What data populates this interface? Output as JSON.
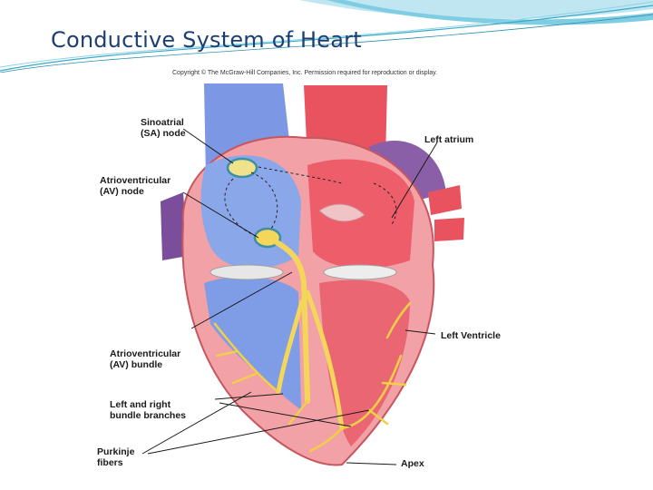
{
  "slide": {
    "title": "Conductive System of Heart"
  },
  "figure": {
    "copyright": "Copyright © The McGraw-Hill Companies, Inc. Permission required for reproduction or display.",
    "labels": {
      "sa_node_line1": "Sinoatrial",
      "sa_node_line2": "(SA) node",
      "av_node_line1": "Atrioventricular",
      "av_node_line2": "(AV) node",
      "av_bundle_line1": "Atrioventricular",
      "av_bundle_line2": "(AV) bundle",
      "bundle_branches_line1": "Left and right",
      "bundle_branches_line2": "bundle branches",
      "purkinje_line1": "Purkinje",
      "purkinje_line2": "fibers",
      "left_atrium": "Left atrium",
      "left_ventricle": "Left Ventricle",
      "apex": "Apex"
    }
  },
  "colors": {
    "title": "#1c3f73",
    "deco_teal": "#39a9c9",
    "right_heart_blue": "#6f8fdc",
    "left_heart_red": "#e8505e",
    "myocardium_pink": "#f2a1a6",
    "conduction_yellow": "#f4d75a"
  }
}
